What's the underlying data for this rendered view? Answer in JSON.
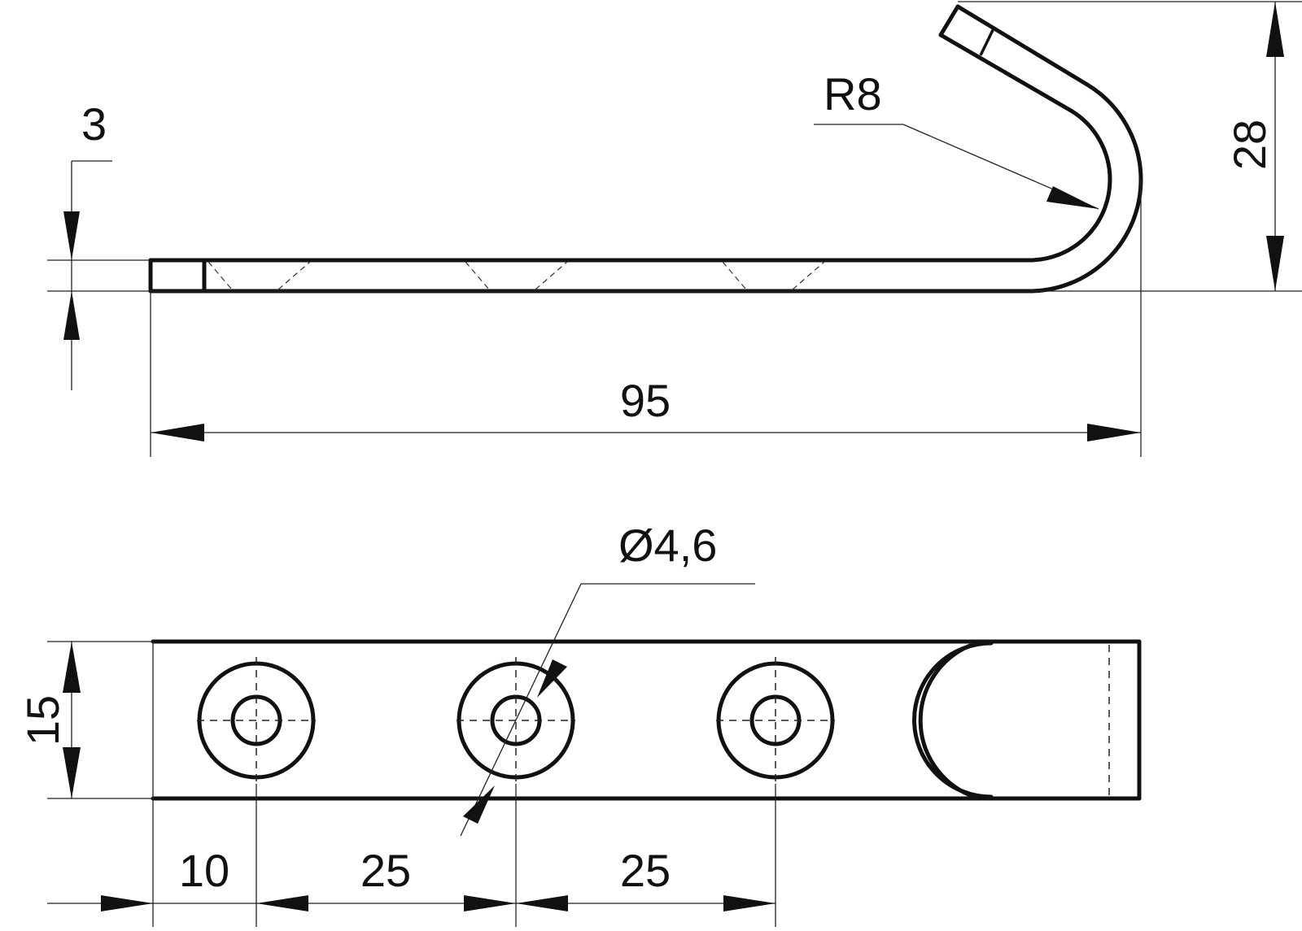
{
  "side_view": {
    "dimensions": {
      "thickness": "3",
      "total_length": "95",
      "bend_radius": "R8",
      "height": "28"
    }
  },
  "top_view": {
    "dimensions": {
      "width": "15",
      "first_hole_offset": "10",
      "pitch_1": "25",
      "pitch_2": "25",
      "hole_diameter": "Ø4,6"
    }
  }
}
